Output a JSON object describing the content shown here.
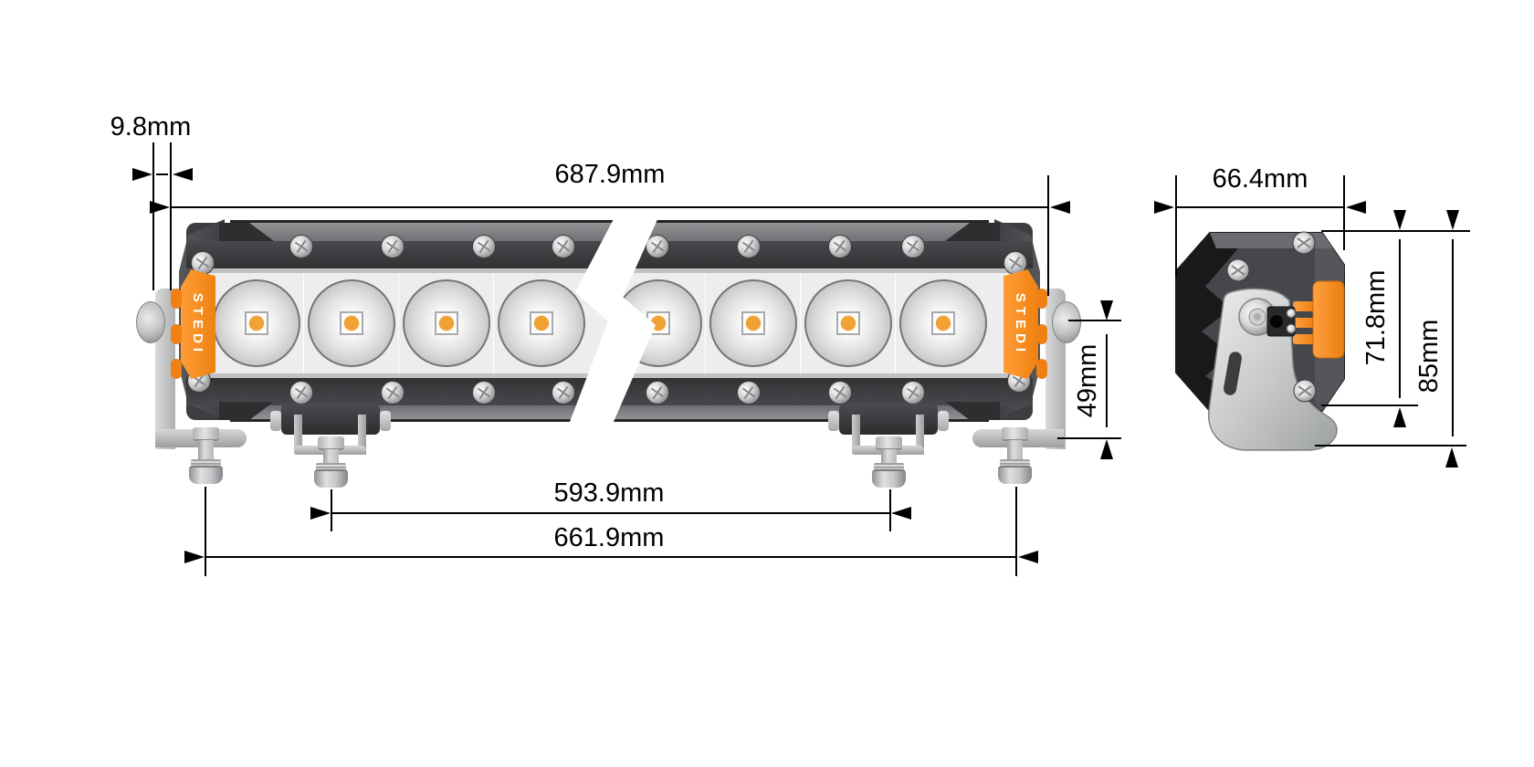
{
  "diagram": {
    "brand": "STEDI",
    "front_view": {
      "brand_left": "STEDI",
      "brand_right": "STEDI",
      "led_pods_visible": 8,
      "dims": {
        "end_offset": {
          "label": "9.8mm",
          "orientation": "horizontal"
        },
        "overall_width": {
          "label": "687.9mm",
          "orientation": "horizontal"
        },
        "inner_mount_spacing": {
          "label": "593.9mm",
          "orientation": "horizontal"
        },
        "outer_mount_spacing": {
          "label": "661.9mm",
          "orientation": "horizontal"
        },
        "bracket_height": {
          "label": "49mm",
          "orientation": "vertical"
        }
      }
    },
    "side_view": {
      "dims": {
        "depth": {
          "label": "66.4mm",
          "orientation": "horizontal"
        },
        "body_height": {
          "label": "71.8mm",
          "orientation": "vertical"
        },
        "overall_height": {
          "label": "85mm",
          "orientation": "vertical"
        }
      }
    },
    "colors": {
      "accent_orange": "#F6871F",
      "led_chip_orange": "#F0A235",
      "housing_dark": "#3C3E41",
      "metal_silver": "#C9CACC",
      "dimension_black": "#000000",
      "background": "#FFFFFF"
    }
  }
}
